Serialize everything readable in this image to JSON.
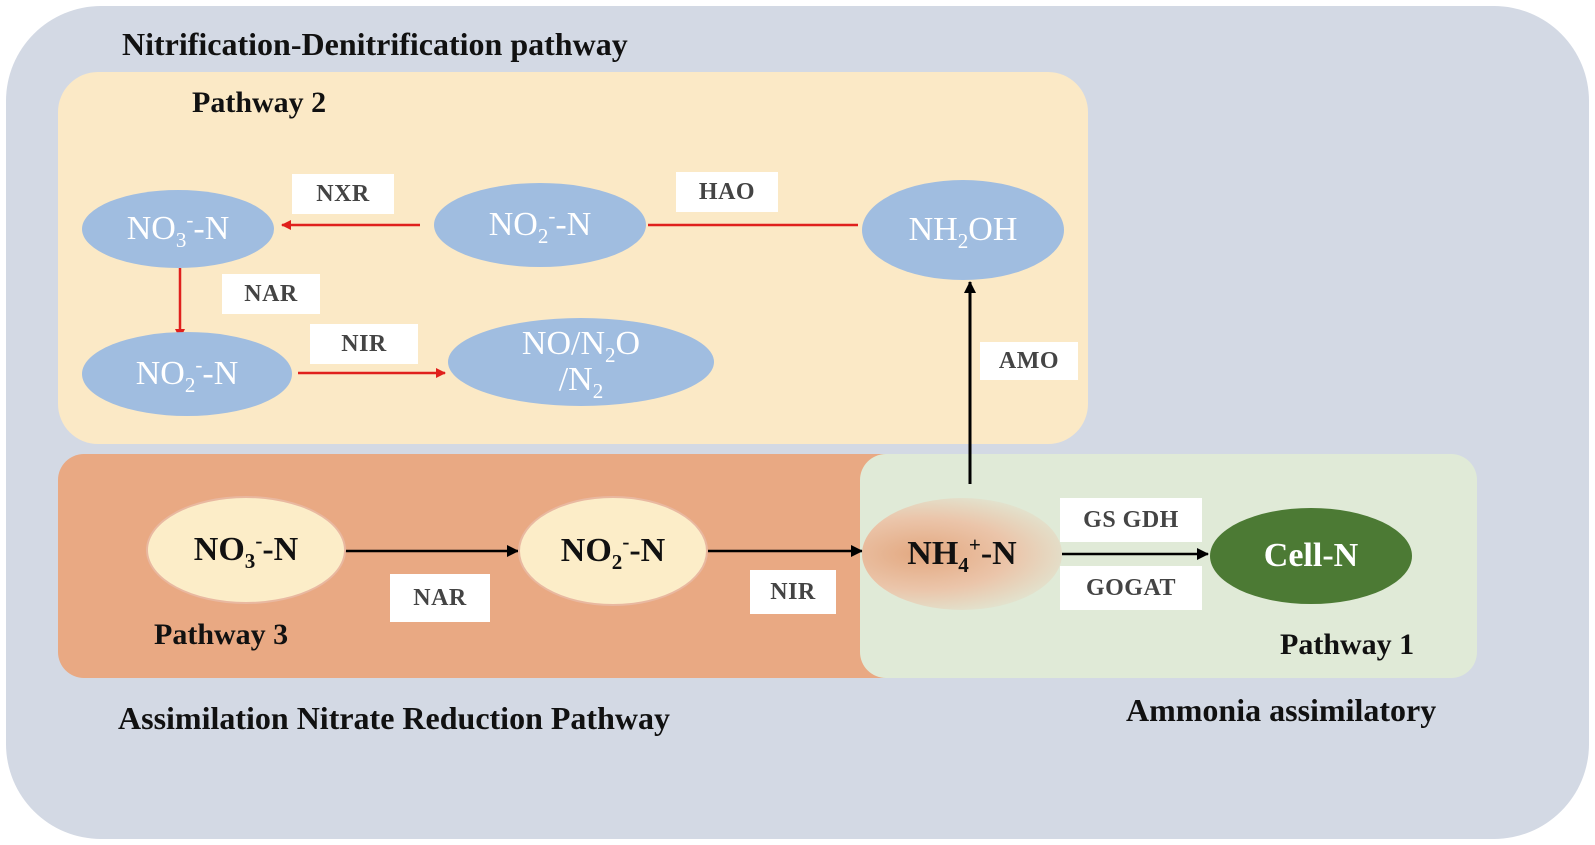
{
  "titles": {
    "nitrification_denitrification": "Nitrification-Denitrification pathway",
    "pathway2": "Pathway 2",
    "pathway3": "Pathway 3",
    "pathway1": "Pathway 1",
    "assimilation": "Assimilation Nitrate Reduction Pathway",
    "ammonia": "Ammonia assimilatory"
  },
  "nodes": {
    "p2_no3": {
      "main": "NO",
      "sub": "3",
      "sup": "-",
      "tail": "-N"
    },
    "p2_no2_top": {
      "main": "NO",
      "sub": "2",
      "sup": "-",
      "tail": "-N"
    },
    "p2_nh2oh": {
      "main": "NH",
      "sub": "2",
      "tail": "OH"
    },
    "p2_no2_bottom": {
      "main": "NO",
      "sub": "2",
      "sup": "-",
      "tail": "-N"
    },
    "p2_gas": {
      "line1_a": "NO/N",
      "line1_sub": "2",
      "line1_b": "O",
      "line2_a": "/N",
      "line2_sub": "2"
    },
    "p3_no3": {
      "main": "NO",
      "sub": "3",
      "sup": "-",
      "tail": "-N"
    },
    "p3_no2": {
      "main": "NO",
      "sub": "2",
      "sup": "-",
      "tail": "-N"
    },
    "nh4": {
      "main": "NH",
      "sub": "4",
      "sup": "+",
      "tail": "-N"
    },
    "cell_n": "Cell-N"
  },
  "enzymes": {
    "nxr": "NXR",
    "hao": "HAO",
    "nar_p2": "NAR",
    "nir_p2": "NIR",
    "amo": "AMO",
    "nar_p3": "NAR",
    "nir_p3": "NIR",
    "gs_gdh": "GS GDH",
    "gogat": "GOGAT"
  },
  "colors": {
    "outer_bg": "#d3d9e4",
    "pathway2_bg": "#fbe9c6",
    "pathway3_bg": "#e9a983",
    "pathway1_bg": "#e0ead7",
    "blue_node": "#a0bde0",
    "cell_node": "#4c7a34",
    "red_arrow": "#e0201c",
    "black_arrow": "#000000"
  }
}
